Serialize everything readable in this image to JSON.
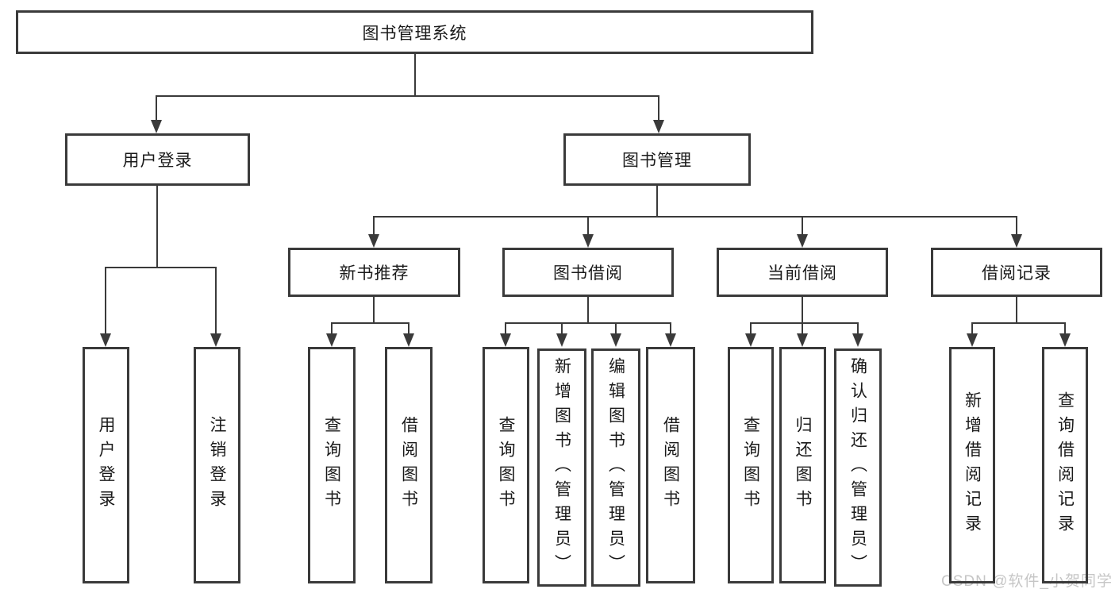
{
  "title": {
    "label": "图书管理系统"
  },
  "branches": [
    {
      "label": "用户登录",
      "children": [
        "用户登录",
        "注销登录"
      ]
    },
    {
      "label": "图书管理"
    }
  ],
  "modules": [
    {
      "label": "新书推荐",
      "children": [
        "查询图书",
        "借阅图书"
      ]
    },
    {
      "label": "图书借阅",
      "children": [
        "查询图书",
        "新增图书（管理员）",
        "编辑图书（管理员）",
        "借阅图书"
      ]
    },
    {
      "label": "当前借阅",
      "children": [
        "查询图书",
        "归还图书",
        "确认归还（管理员）"
      ]
    },
    {
      "label": "借阅记录",
      "children": [
        "新增借阅记录",
        "查询借阅记录"
      ]
    }
  ],
  "watermark": {
    "text": "CSDN @软件_小贺同学"
  },
  "colors": {
    "line": "#3a3a3a",
    "text": "#1a1a1a",
    "watermark": "#c6c6c6",
    "background": "#ffffff"
  }
}
